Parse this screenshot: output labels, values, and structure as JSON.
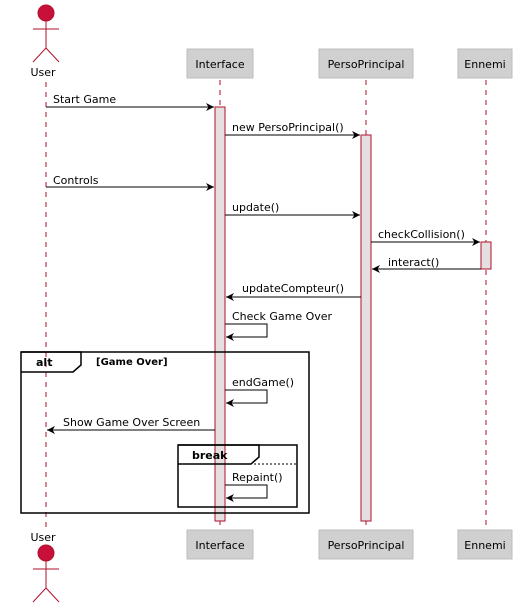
{
  "participants": {
    "user": "User",
    "interface": "Interface",
    "perso": "PersoPrincipal",
    "ennemi": "Ennemi"
  },
  "messages": {
    "m1": "Start Game",
    "m2": "new PersoPrincipal()",
    "m3": "Controls",
    "m4": "update()",
    "m5": "checkCollision()",
    "m6": "interact()",
    "m7": "updateCompteur()",
    "m8": "Check Game Over",
    "m9": "endGame()",
    "m10": "Show Game Over Screen",
    "m11": "Repaint()"
  },
  "fragments": {
    "alt_keyword": "alt",
    "alt_guard": "[Game Over]",
    "break_keyword": "break"
  },
  "colors": {
    "lifeline": "#b0122b",
    "participant_fill": "#d0d0d0",
    "activation_fill": "#e6dfe2"
  }
}
